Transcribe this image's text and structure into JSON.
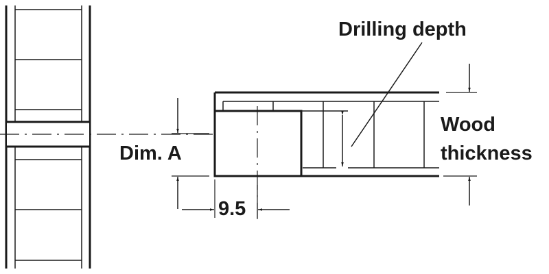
{
  "diagram": {
    "type": "technical-drawing",
    "labels": {
      "drilling_depth": "Drilling depth",
      "wood": "Wood",
      "thickness": "thickness",
      "dim_a": "Dim. A",
      "offset_value": "9.5"
    },
    "colors": {
      "line": "#1a1a1a",
      "background": "#ffffff"
    }
  }
}
